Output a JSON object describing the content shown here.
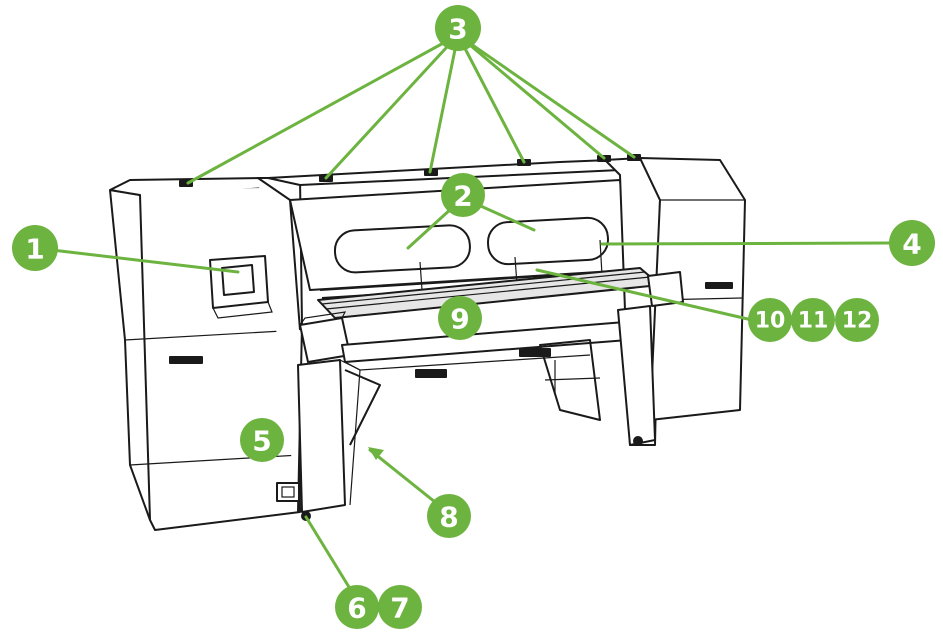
{
  "callouts": [
    {
      "id": "c1",
      "label": "1"
    },
    {
      "id": "c2",
      "label": "2"
    },
    {
      "id": "c3",
      "label": "3"
    },
    {
      "id": "c4",
      "label": "4"
    },
    {
      "id": "c5",
      "label": "5"
    },
    {
      "id": "c6",
      "label": "6"
    },
    {
      "id": "c7",
      "label": "7"
    },
    {
      "id": "c8",
      "label": "8"
    },
    {
      "id": "c9",
      "label": "9"
    },
    {
      "id": "c10",
      "label": "10"
    },
    {
      "id": "c11",
      "label": "11"
    },
    {
      "id": "c12",
      "label": "12"
    }
  ],
  "colors": {
    "callout": "#6cb33f",
    "outline": "#1a1a1a"
  }
}
